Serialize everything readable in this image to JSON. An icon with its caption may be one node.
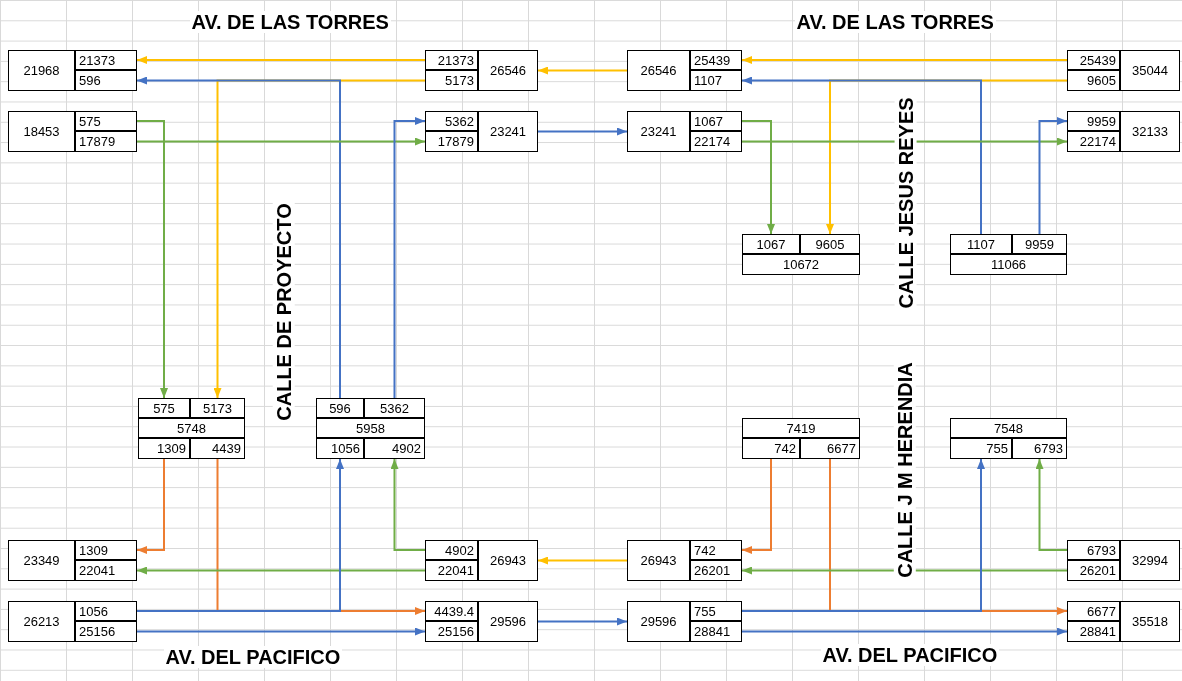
{
  "diagram": {
    "nodes": [
      {
        "text": [
          "21968"
        ]
      },
      {
        "text": [
          "21373"
        ]
      },
      {
        "text": [
          "596"
        ]
      },
      {
        "text": [
          "21373"
        ]
      },
      {
        "text": [
          "5173"
        ]
      },
      {
        "text": [
          "26546"
        ]
      },
      {
        "text": [
          "26546"
        ]
      },
      {
        "text": [
          "25439"
        ]
      },
      {
        "text": [
          "1107"
        ]
      },
      {
        "text": [
          "25439"
        ]
      },
      {
        "text": [
          "9605"
        ]
      },
      {
        "text": [
          "35044"
        ]
      },
      {
        "text": [
          "18453"
        ]
      },
      {
        "text": [
          "575"
        ]
      },
      {
        "text": [
          "17879"
        ]
      },
      {
        "text": [
          "5362"
        ]
      },
      {
        "text": [
          "17879"
        ]
      },
      {
        "text": [
          "23241"
        ]
      },
      {
        "text": [
          "23241"
        ]
      },
      {
        "text": [
          "1067"
        ]
      },
      {
        "text": [
          "22174"
        ]
      },
      {
        "text": [
          "9959"
        ]
      },
      {
        "text": [
          "22174"
        ]
      },
      {
        "text": [
          "32133"
        ]
      },
      {
        "text": [
          "1067"
        ]
      },
      {
        "text": [
          "9605"
        ]
      },
      {
        "text": [
          "10672"
        ]
      },
      {
        "text": [
          "1107"
        ]
      },
      {
        "text": [
          "9959"
        ]
      },
      {
        "text": [
          "11066"
        ]
      },
      {
        "text": [
          "575"
        ]
      },
      {
        "text": [
          "5173"
        ]
      },
      {
        "text": [
          "5748"
        ]
      },
      {
        "text": [
          "1309"
        ]
      },
      {
        "text": [
          "4439"
        ]
      },
      {
        "text": [
          "596"
        ]
      },
      {
        "text": [
          "5362"
        ]
      },
      {
        "text": [
          "5958"
        ]
      },
      {
        "text": [
          "1056"
        ]
      },
      {
        "text": [
          "4902"
        ]
      },
      {
        "text": [
          "7419"
        ]
      },
      {
        "text": [
          "742"
        ]
      },
      {
        "text": [
          "6677"
        ]
      },
      {
        "text": [
          "7548"
        ]
      },
      {
        "text": [
          "755"
        ]
      },
      {
        "text": [
          "6793"
        ]
      },
      {
        "text": [
          "23349"
        ]
      },
      {
        "text": [
          "1309"
        ]
      },
      {
        "text": [
          "22041"
        ]
      },
      {
        "text": [
          "4902"
        ]
      },
      {
        "text": [
          "22041"
        ]
      },
      {
        "text": [
          "26943"
        ]
      },
      {
        "text": [
          "26943"
        ]
      },
      {
        "text": [
          "742"
        ]
      },
      {
        "text": [
          "26201"
        ]
      },
      {
        "text": [
          "6793"
        ]
      },
      {
        "text": [
          "26201"
        ]
      },
      {
        "text": [
          "32994"
        ]
      },
      {
        "text": [
          "26213"
        ]
      },
      {
        "text": [
          "1056"
        ]
      },
      {
        "text": [
          "25156"
        ]
      },
      {
        "text": [
          "4439.4"
        ]
      },
      {
        "text": [
          "25156"
        ]
      },
      {
        "text": [
          "29596"
        ]
      },
      {
        "text": [
          "29596"
        ]
      },
      {
        "text": [
          "755"
        ]
      },
      {
        "text": [
          "28841"
        ]
      },
      {
        "text": [
          "6677"
        ]
      },
      {
        "text": [
          "28841"
        ]
      },
      {
        "text": [
          "35518"
        ]
      }
    ],
    "edges": [
      {
        "from": 3,
        "to": 1,
        "arrow": "to",
        "color": "#ffc000"
      },
      {
        "from": 4,
        "to": 31,
        "arrow": "to",
        "color": "#ffc000"
      },
      {
        "from": 35,
        "to": 2,
        "arrow": "to"
      },
      {
        "from": 13,
        "to": 30,
        "arrow": "to",
        "color": "#70ad47"
      },
      {
        "from": 14,
        "to": 16,
        "arrow": "to",
        "color": "#70ad47"
      },
      {
        "from": 36,
        "to": 15,
        "arrow": "to"
      },
      {
        "from": 17,
        "to": 18,
        "arrow": "to"
      },
      {
        "from": 6,
        "to": 5,
        "arrow": "to",
        "color": "#ffc000"
      },
      {
        "from": 33,
        "to": 47,
        "arrow": "to",
        "color": "#ed7d31"
      },
      {
        "from": 34,
        "to": 61,
        "arrow": "to",
        "color": "#ed7d31"
      },
      {
        "from": 49,
        "to": 39,
        "arrow": "to",
        "color": "#70ad47"
      },
      {
        "from": 50,
        "to": 48,
        "arrow": "to",
        "color": "#70ad47"
      },
      {
        "from": 59,
        "to": 38,
        "arrow": "to"
      },
      {
        "from": 60,
        "to": 62,
        "arrow": "to"
      },
      {
        "from": 52,
        "to": 51,
        "arrow": "to",
        "color": "#ffc000"
      },
      {
        "from": 63,
        "to": 64,
        "arrow": "to"
      },
      {
        "from": 9,
        "to": 7,
        "arrow": "to",
        "color": "#ffc000"
      },
      {
        "from": 10,
        "to": 25,
        "arrow": "to",
        "color": "#ffc000"
      },
      {
        "from": 27,
        "to": 8,
        "arrow": "to"
      },
      {
        "from": 19,
        "to": 24,
        "arrow": "to",
        "color": "#70ad47"
      },
      {
        "from": 20,
        "to": 22,
        "arrow": "to",
        "color": "#70ad47"
      },
      {
        "from": 28,
        "to": 21,
        "arrow": "to"
      },
      {
        "from": 41,
        "to": 53,
        "arrow": "to",
        "color": "#ed7d31"
      },
      {
        "from": 42,
        "to": 67,
        "arrow": "to",
        "color": "#ed7d31"
      },
      {
        "from": 55,
        "to": 45,
        "arrow": "to",
        "color": "#70ad47"
      },
      {
        "from": 56,
        "to": 54,
        "arrow": "to",
        "color": "#70ad47"
      },
      {
        "from": 65,
        "to": 44,
        "arrow": "to"
      },
      {
        "from": 66,
        "to": 68,
        "arrow": "to"
      }
    ],
    "labels": [
      "AV. DE LAS TORRES",
      "AV. DE LAS TORRES",
      "CALLE DE PROYECTO",
      "CALLE JESUS REYES",
      "CALLE J M HERENDIA",
      "AV. DEL PACIFICO",
      "AV. DEL PACIFICO"
    ]
  }
}
